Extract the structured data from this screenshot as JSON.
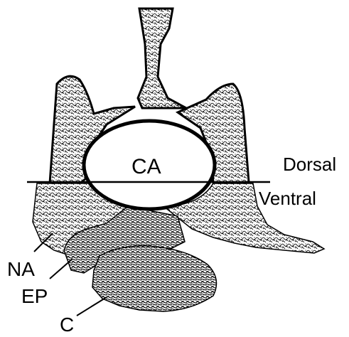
{
  "labels": {
    "canal": "CA",
    "dorsal": "Dorsal",
    "ventral": "Ventral",
    "neural_arch": "NA",
    "epiphysis": "EP",
    "centrum": "C"
  },
  "colors": {
    "ink": "#000000",
    "paper": "#ffffff"
  }
}
